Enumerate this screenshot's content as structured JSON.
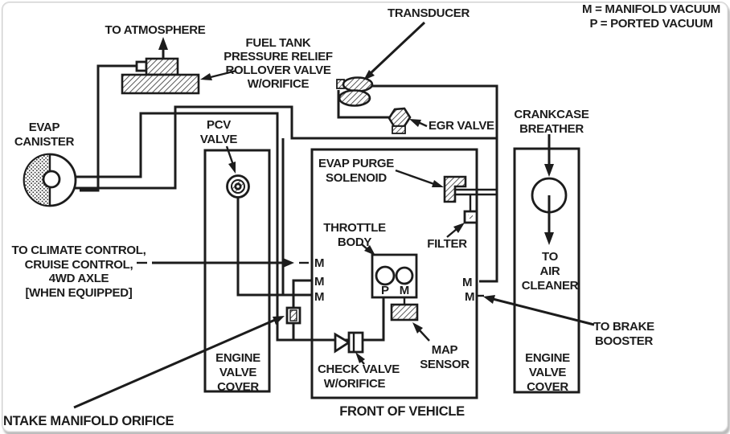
{
  "colors": {
    "ink": "#1c1c1c",
    "background": "#ffffff",
    "frame_border": "#cfcfcf",
    "frame_shadow": "#bdbdbd"
  },
  "legend": {
    "line1": "M = MANIFOLD VACUUM",
    "line2": "P = PORTED VACUUM"
  },
  "labels": {
    "to_atmosphere": "TO ATMOSPHERE",
    "fuel_tank": [
      "FUEL TANK",
      "PRESSURE RELIEF",
      "ROLLOVER VALVE",
      "W/ORIFICE"
    ],
    "transducer": "TRANSDUCER",
    "evap_canister": [
      "EVAP",
      "CANISTER"
    ],
    "pcv_valve": [
      "PCV",
      "VALVE"
    ],
    "egr_valve": "EGR VALVE",
    "crankcase_breather": [
      "CRANKCASE",
      "BREATHER"
    ],
    "evap_purge_solenoid": [
      "EVAP PURGE",
      "SOLENOID"
    ],
    "throttle_body": [
      "THROTTLE",
      "BODY"
    ],
    "filter": "FILTER",
    "climate_control": [
      "TO CLIMATE CONTROL,",
      "CRUISE CONTROL,",
      "4WD AXLE",
      "[WHEN EQUIPPED]"
    ],
    "engine_valve_cover_left": [
      "ENGINE",
      "VALVE",
      "COVER"
    ],
    "engine_valve_cover_right": [
      "ENGINE",
      "VALVE",
      "COVER"
    ],
    "check_valve": [
      "CHECK VALVE",
      "W/ORIFICE"
    ],
    "map_sensor": [
      "MAP",
      "SENSOR"
    ],
    "to_air_cleaner": [
      "TO",
      "AIR",
      "CLEANER"
    ],
    "to_brake_booster": [
      "TO BRAKE",
      "BOOSTER"
    ],
    "intake_manifold_orifice": "NTAKE MANIFOLD ORIFICE",
    "front_of_vehicle": "FRONT OF VEHICLE"
  },
  "ports": {
    "left": [
      "M",
      "M",
      "M"
    ],
    "throttle_p": "P",
    "throttle_m": "M",
    "right": [
      "M",
      "M"
    ]
  }
}
